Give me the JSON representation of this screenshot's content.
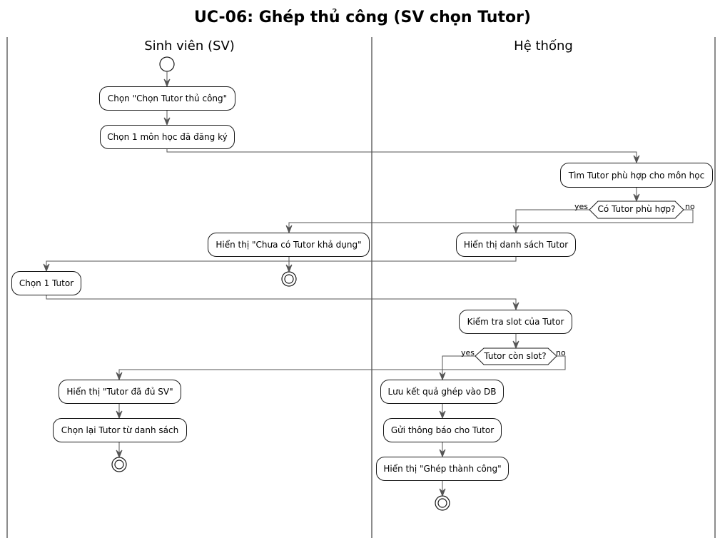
{
  "title": "UC-06: Ghép thủ công (SV chọn Tutor)",
  "lanes": [
    "Sinh viên (SV)",
    "Hệ thống"
  ],
  "actions": {
    "choose_manual": "Chọn \"Chọn Tutor thủ công\"",
    "choose_course": "Chọn 1 môn học đã đăng ký",
    "find_tutor": "Tìm Tutor phù hợp cho môn học",
    "no_tutor": "Hiển thị \"Chưa có Tutor khả dụng\"",
    "show_list": "Hiển thị danh sách Tutor",
    "choose_tutor": "Chọn 1 Tutor",
    "check_slot": "Kiểm tra slot của Tutor",
    "tutor_full": "Hiển thị \"Tutor đã đủ SV\"",
    "rechoose": "Chọn lại Tutor từ danh sách",
    "save_db": "Lưu kết quả ghép vào DB",
    "notify": "Gửi thông báo cho Tutor",
    "success": "Hiển thị \"Ghép thành công\""
  },
  "decisions": {
    "has_tutor": {
      "question": "Có Tutor phù hợp?",
      "yes": "yes",
      "no": "no"
    },
    "slot_left": {
      "question": "Tutor còn slot?",
      "yes": "yes",
      "no": "no"
    }
  },
  "colors": {
    "line": "#181818",
    "arrow": "#555555",
    "node_fill": "#ffffff"
  }
}
